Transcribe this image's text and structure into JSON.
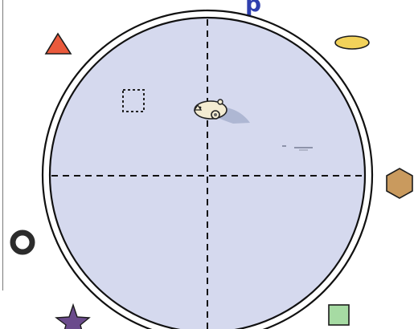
{
  "header": {
    "title_fragment": "p"
  },
  "arena": {
    "fill": "#d5d9ee",
    "stroke": "#111111",
    "quadrant_line": "dashed",
    "start_marker": "square-dashed-outline"
  },
  "cues": [
    {
      "name": "triangle-cue",
      "shape": "triangle",
      "color": "#ea5a3c"
    },
    {
      "name": "ellipse-cue",
      "shape": "ellipse",
      "color": "#f2d25a"
    },
    {
      "name": "hexagon-cue",
      "shape": "hexagon",
      "color": "#c99a5e"
    },
    {
      "name": "ring-cue",
      "shape": "ring",
      "color": "#2c2c2c"
    },
    {
      "name": "star-cue",
      "shape": "star",
      "color": "#6b4b8c"
    },
    {
      "name": "square-cue",
      "shape": "square",
      "color": "#a6dba3"
    }
  ],
  "agent": {
    "name": "mouse",
    "color": "#f4ecd2"
  }
}
